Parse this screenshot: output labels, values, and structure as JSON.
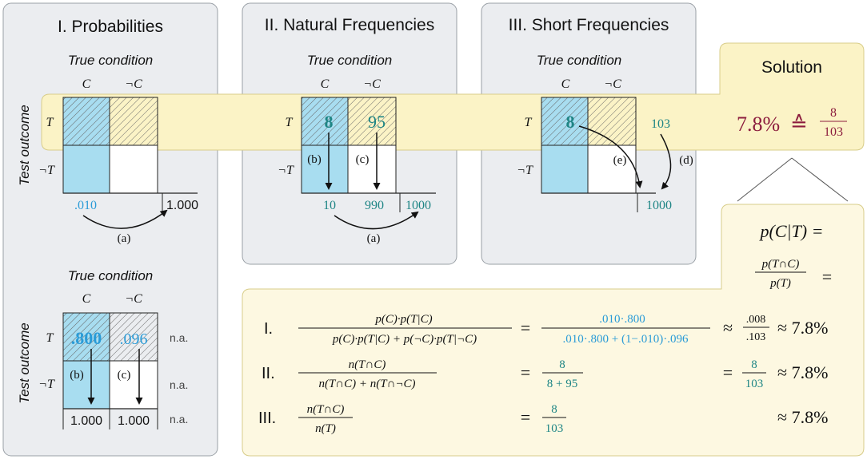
{
  "panels": {
    "probabilities": "I. Probabilities",
    "natural": "II. Natural Frequencies",
    "short": "III. Short Frequencies",
    "solution": "Solution"
  },
  "labels": {
    "true_condition": "True condition",
    "test_outcome": "Test outcome",
    "col_c": "C",
    "col_not_c": "¬C",
    "row_t": "T",
    "row_not_t": "¬T"
  },
  "probabilities": {
    "marginal_c": ".010",
    "marginal_total": "1.000",
    "arrow_a": "(a)",
    "tp": ".800",
    "fp": ".096",
    "na1": "n.a.",
    "na2": "n.a.",
    "na3": "n.a.",
    "arrow_b": "(b)",
    "arrow_c": "(c)",
    "total_c": "1.000",
    "total_not_c": "1.000"
  },
  "natural": {
    "tp": "8",
    "fp": "95",
    "arrow_b": "(b)",
    "arrow_c": "(c)",
    "total_c": "10",
    "total_not_c": "990",
    "total": "1000",
    "arrow_a": "(a)"
  },
  "short": {
    "tp": "8",
    "t_total": "103",
    "arrow_e": "(e)",
    "arrow_d": "(d)",
    "total": "1000"
  },
  "solution": {
    "percent": "7.8%",
    "approx": "≙",
    "num": "8",
    "den": "103"
  },
  "formula": {
    "lhs": "p(C|T) =",
    "frac_num": "p(T∩C)",
    "frac_den": "p(T)",
    "frac_eq": "=",
    "row1_label": "I.",
    "row1_num": "p(C)·p(T|C)",
    "row1_den": "p(C)·p(T|C) + p(¬C)·p(T|¬C)",
    "row1_eq": "=",
    "row1_num2": ".010·.800",
    "row1_den2": ".010·.800 + (1−.010)·.096",
    "row1_approx1": "≈",
    "row1_num3": ".008",
    "row1_den3": ".103",
    "row1_result": "≈ 7.8%",
    "row2_label": "II.",
    "row2_num": "n(T∩C)",
    "row2_den": "n(T∩C) + n(T∩¬C)",
    "row2_eq": "=",
    "row2_num2": "8",
    "row2_den2": "8 + 95",
    "row2_eq2": "=",
    "row2_num3": "8",
    "row2_den3": "103",
    "row2_result": "≈ 7.8%",
    "row3_label": "III.",
    "row3_num": "n(T∩C)",
    "row3_den": "n(T)",
    "row3_eq": "=",
    "row3_num2": "8",
    "row3_den2": "103",
    "row3_result": "≈ 7.8%"
  },
  "colors": {
    "panel_fill": "#ebedf0",
    "panel_stroke": "#9aa0a6",
    "highlight": "#fbf3c6",
    "highlight_stroke": "#d8cd8a",
    "formula_fill": "#fdf8e1",
    "cyan": "#a8ddf0",
    "blue_text": "#2a9bd7",
    "teal_text": "#1e8585",
    "maroon": "#8c1d3e"
  }
}
